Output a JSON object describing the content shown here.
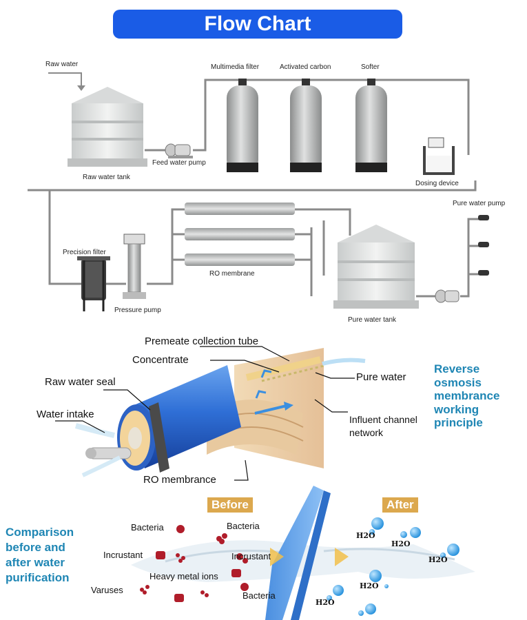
{
  "title": "Flow Chart",
  "flow": {
    "raw_water": "Raw water",
    "raw_water_tank": "Raw water tank",
    "feed_water_pump": "Feed water pump",
    "multimedia_filter": "Multimedia filter",
    "activated_carbon": "Activated carbon",
    "softer": "Softer",
    "dosing_device": "Dosing device",
    "precision_filter": "Precision filter",
    "pressure_pump": "Pressure pump",
    "ro_membrane": "RO membrane",
    "pure_water_tank": "Pure water tank",
    "pure_water_pump": "Pure water pump"
  },
  "ro_principle": {
    "permeate_tube": "Premeate collection tube",
    "concentrate": "Concentrate",
    "raw_water_seal": "Raw water seal",
    "water_intake": "Water intake",
    "pure_water": "Pure water",
    "influent_line1": "Influent channel",
    "influent_line2": "network",
    "ro_membrance": "RO membrance",
    "heading_line1": "Reverse",
    "heading_line2": "osmosis",
    "heading_line3": "membrance",
    "heading_line4": "working",
    "heading_line5": "principle"
  },
  "comparison": {
    "heading_line1": "Comparison",
    "heading_line2": "before and",
    "heading_line3": "after water",
    "heading_line4": "purification",
    "before_tag": "Before",
    "after_tag": "After",
    "bacteria_left": "Bacteria",
    "bacteria_top": "Bacteria",
    "incrustant_left": "Incrustant",
    "incrustant_mid": "Incrustant",
    "heavy_metal": "Heavy metal ions",
    "viruses": "Varuses",
    "bacteria_bottom": "Bacteria",
    "h2o": "H2O"
  },
  "colors": {
    "banner": "#1a5ce6",
    "heading_blue": "#1f86b4",
    "tag_gold": "#dca84e",
    "pipe": "#888888",
    "membrane_blue": "#2f6fd6",
    "droplet_blue": "#2aa0e8",
    "contaminant_red": "#b01d2a"
  }
}
